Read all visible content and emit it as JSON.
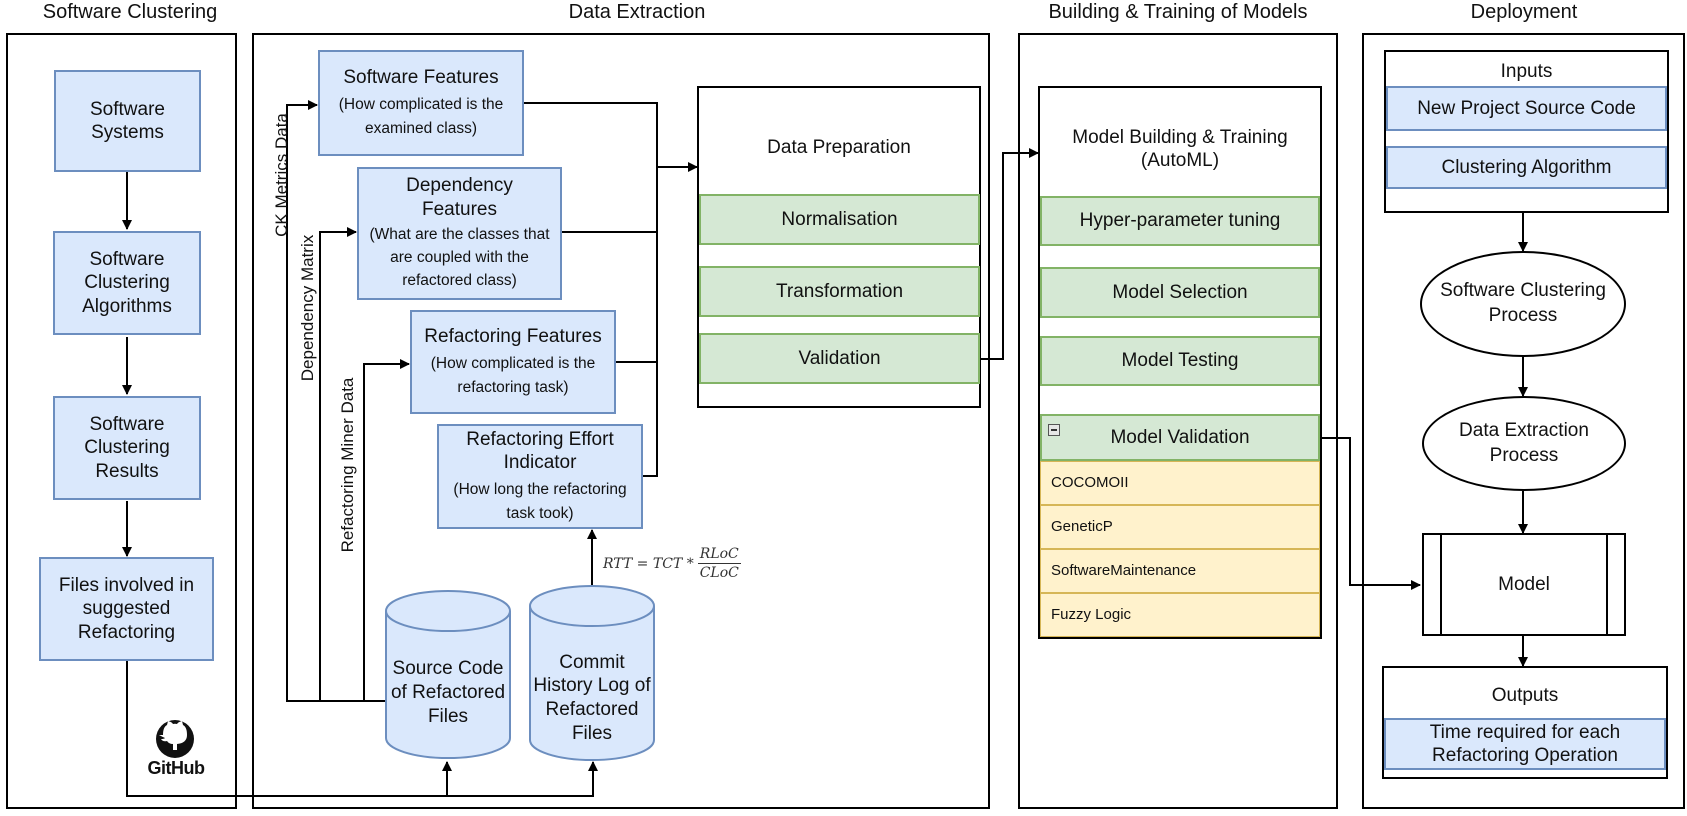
{
  "panels": {
    "clustering": {
      "title": "Software Clustering"
    },
    "extraction": {
      "title": "Data Extraction"
    },
    "building": {
      "title": "Building & Training of Models"
    },
    "deployment": {
      "title": "Deployment"
    }
  },
  "clustering": {
    "software_systems": "Software Systems",
    "algorithms": "Software Clustering Algorithms",
    "results": "Software Clustering Results",
    "files_involved": "Files involved in suggested Refactoring",
    "github_label": "GitHub"
  },
  "extraction": {
    "labels": {
      "ck_metrics": "CK Metrics Data",
      "dependency_matrix": "Dependency Matrix",
      "refactoring_miner": "Refactoring Miner Data"
    },
    "software_features": {
      "title": "Software Features",
      "desc": "(How complicated is the examined class)"
    },
    "dependency_features": {
      "title": "Dependency Features",
      "desc": "(What are the classes that are coupled with the refactored class)"
    },
    "refactoring_features": {
      "title": "Refactoring Features",
      "desc": "(How complicated is the refactoring task)"
    },
    "effort_indicator": {
      "title": "Refactoring Effort Indicator",
      "desc": "(How long the refactoring task took)"
    },
    "source_code_db": "Source Code of Refactored Files",
    "commit_history_db": "Commit History Log of Refactored Files",
    "formula": {
      "lhs": "RTT = TCT *",
      "num": "RLoC",
      "den": "CLoC"
    },
    "data_preparation": {
      "title": "Data Preparation",
      "steps": [
        "Normalisation",
        "Transformation",
        "Validation"
      ]
    }
  },
  "building": {
    "title": "Model Building & Training (AutoML)",
    "steps": [
      "Hyper-parameter tuning",
      "Model Selection",
      "Model Testing"
    ],
    "validation": {
      "title": "Model Validation",
      "items": [
        "COCOMOII",
        "GeneticP",
        "SoftwareMaintenance",
        "Fuzzy Logic"
      ]
    }
  },
  "deployment": {
    "inputs": {
      "title": "Inputs",
      "items": [
        "New Project Source Code",
        "Clustering Algorithm"
      ]
    },
    "clustering_process": "Software Clustering Process",
    "extraction_process": "Data Extraction Process",
    "model": "Model",
    "outputs": {
      "title": "Outputs",
      "items": [
        "Time required for each Refactoring Operation"
      ]
    }
  },
  "colors": {
    "blue_fill": "#dae8fc",
    "blue_stroke": "#6c8ebf",
    "green_fill": "#d5e8d4",
    "green_stroke": "#82b366",
    "yellow_fill": "#fff2cc",
    "yellow_stroke": "#d6b656"
  },
  "icons": [
    "github-icon",
    "collapse-minus-icon"
  ]
}
